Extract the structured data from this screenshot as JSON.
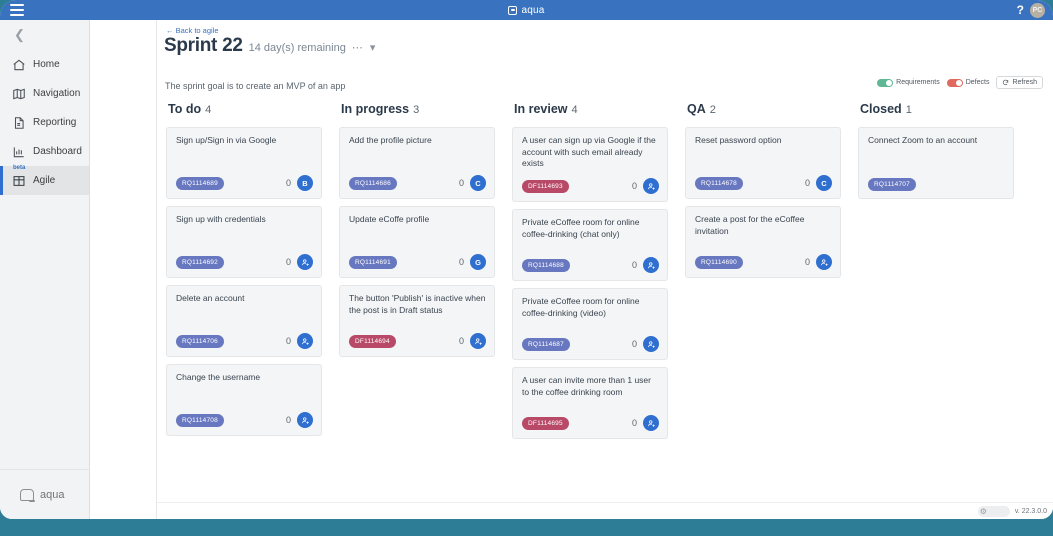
{
  "window": {
    "title": "aqua",
    "title_icon": "app-square-icon",
    "menu_icon": "hamburger-icon",
    "help_icon": "question-mark-icon",
    "user_initials": "PC"
  },
  "sidebar": {
    "collapse_icon": "chevron-left-icon",
    "items": [
      {
        "label": "Home",
        "icon": "home-icon",
        "active": false,
        "tag": ""
      },
      {
        "label": "Navigation",
        "icon": "map-icon",
        "active": false,
        "tag": ""
      },
      {
        "label": "Reporting",
        "icon": "document-icon",
        "active": false,
        "tag": ""
      },
      {
        "label": "Dashboard",
        "icon": "chart-bar-icon",
        "active": false,
        "tag": ""
      },
      {
        "label": "Agile",
        "icon": "grid-icon",
        "active": true,
        "tag": "beta"
      }
    ],
    "logo_text": "aqua",
    "logo_icon": "aqua-logo-icon"
  },
  "header": {
    "back_link": "← Back to agile",
    "sprint_title": "Sprint 22",
    "remaining": "14 day(s) remaining",
    "menu_dots": "⋯",
    "menu_caret": "▾",
    "goal": "The sprint goal is to create an MVP of an app"
  },
  "toolbar": {
    "requirements_label": "Requirements",
    "requirements_on": true,
    "requirements_color": "#5fb894",
    "defects_label": "Defects",
    "defects_on": true,
    "defects_color": "#e06a5f",
    "refresh_label": "Refresh",
    "refresh_icon": "refresh-icon"
  },
  "statusbar": {
    "version": "v. 22.3.0.0",
    "settings_icon": "gear-icon"
  },
  "board": {
    "columns": [
      {
        "name": "To do",
        "count": "4",
        "cards": [
          {
            "title": "Sign up/Sign in via Google",
            "badge": "RQ1114689",
            "badge_type": "rq",
            "count": "0",
            "avatar": "B",
            "avatar_type": "initial"
          },
          {
            "title": "Sign up with credentials",
            "badge": "RQ1114692",
            "badge_type": "rq",
            "count": "0",
            "avatar": "",
            "avatar_type": "add-user"
          },
          {
            "title": "Delete an account",
            "badge": "RQ1114706",
            "badge_type": "rq",
            "count": "0",
            "avatar": "",
            "avatar_type": "add-user"
          },
          {
            "title": "Change the username",
            "badge": "RQ1114708",
            "badge_type": "rq",
            "count": "0",
            "avatar": "",
            "avatar_type": "add-user"
          }
        ]
      },
      {
        "name": "In progress",
        "count": "3",
        "cards": [
          {
            "title": "Add the profile picture",
            "badge": "RQ1114686",
            "badge_type": "rq",
            "count": "0",
            "avatar": "C",
            "avatar_type": "initial"
          },
          {
            "title": "Update eCoffe profile",
            "badge": "RQ1114691",
            "badge_type": "rq",
            "count": "0",
            "avatar": "G",
            "avatar_type": "initial"
          },
          {
            "title": "The button 'Publish' is inactive when the post is in Draft status",
            "badge": "DF1114694",
            "badge_type": "df",
            "count": "0",
            "avatar": "",
            "avatar_type": "add-user"
          }
        ]
      },
      {
        "name": "In review",
        "count": "4",
        "cards": [
          {
            "title": "A user can sign up via Google if the account with such email already exists",
            "badge": "DF1114693",
            "badge_type": "df",
            "count": "0",
            "avatar": "",
            "avatar_type": "add-user"
          },
          {
            "title": "Private eCoffee room for online coffee-drinking (chat only)",
            "badge": "RQ1114688",
            "badge_type": "rq",
            "count": "0",
            "avatar": "",
            "avatar_type": "add-user"
          },
          {
            "title": "Private eCoffee room for online coffee-drinking (video)",
            "badge": "RQ1114687",
            "badge_type": "rq",
            "count": "0",
            "avatar": "",
            "avatar_type": "add-user"
          },
          {
            "title": "A user can invite more than 1 user to the coffee drinking room",
            "badge": "DF1114695",
            "badge_type": "df",
            "count": "0",
            "avatar": "",
            "avatar_type": "add-user"
          }
        ]
      },
      {
        "name": "QA",
        "count": "2",
        "cards": [
          {
            "title": "Reset password option",
            "badge": "RQ1114678",
            "badge_type": "rq",
            "count": "0",
            "avatar": "C",
            "avatar_type": "initial"
          },
          {
            "title": "Create a post for the eCoffee invitation",
            "badge": "RQ1114690",
            "badge_type": "rq",
            "count": "0",
            "avatar": "",
            "avatar_type": "add-user"
          }
        ]
      },
      {
        "name": "Closed",
        "count": "1",
        "cards": [
          {
            "title": "Connect Zoom to an account",
            "badge": "RQ1114707",
            "badge_type": "rq",
            "count": "",
            "avatar": "",
            "avatar_type": "none"
          }
        ]
      }
    ]
  }
}
